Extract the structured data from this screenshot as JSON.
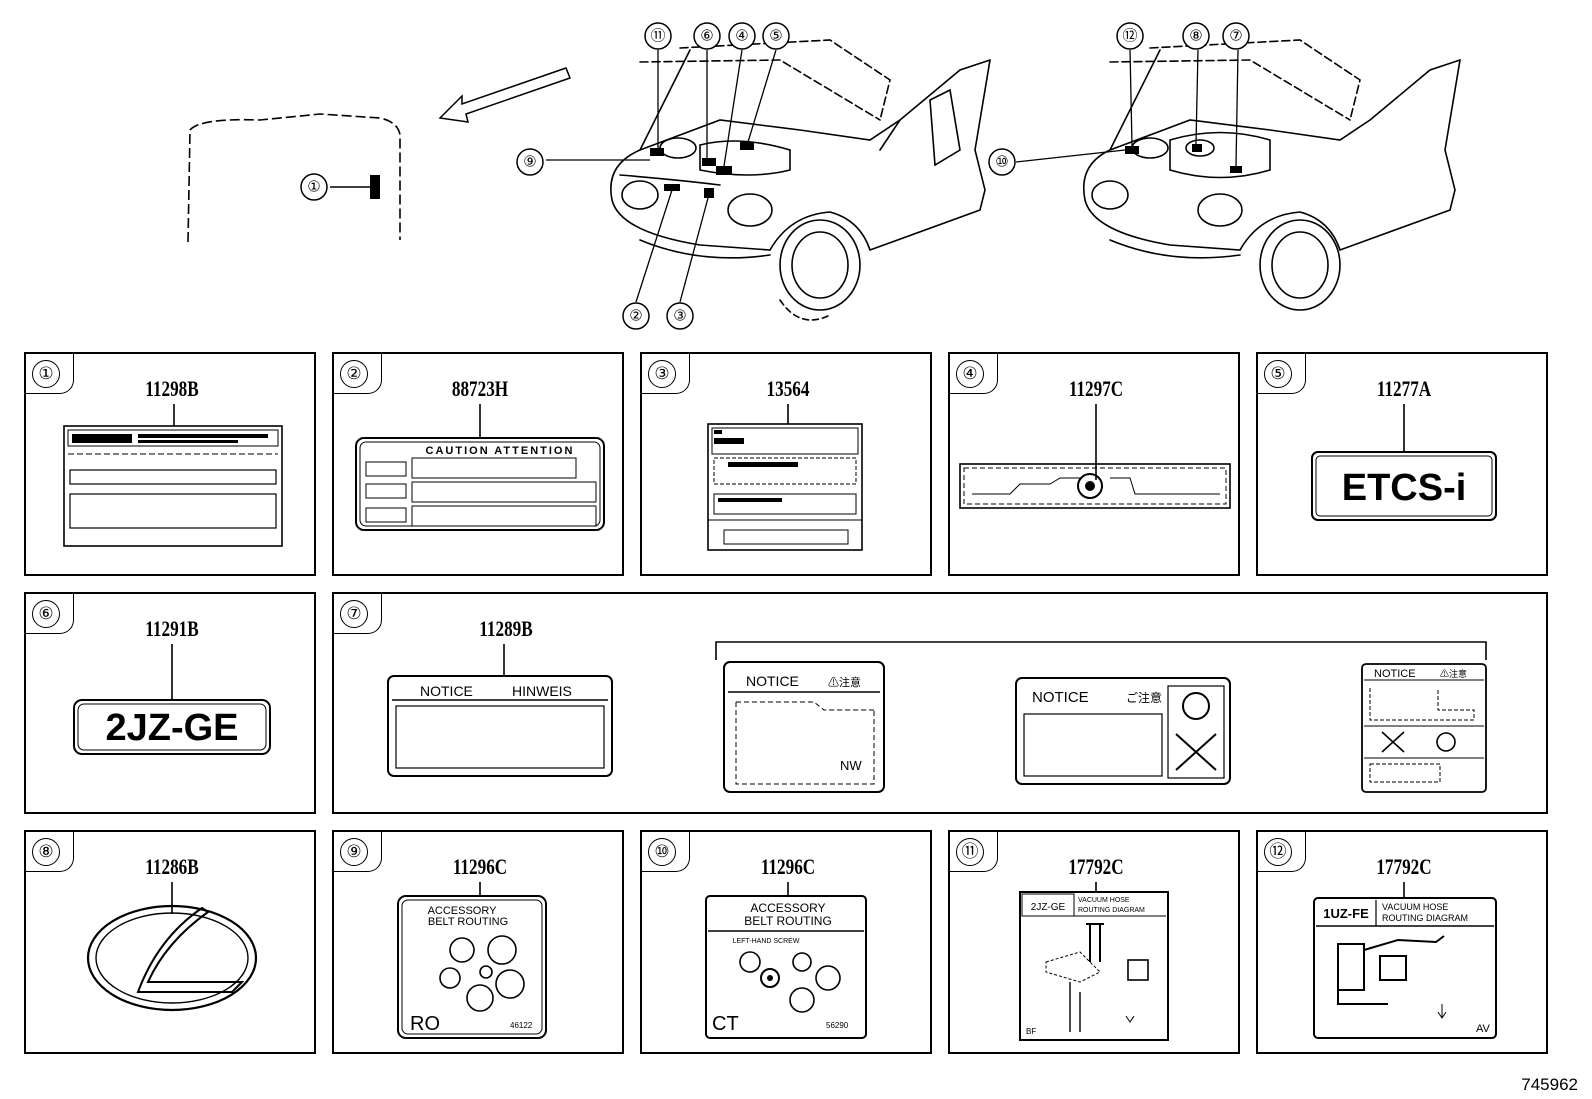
{
  "callouts": [
    "①",
    "②",
    "③",
    "④",
    "⑤",
    "⑥",
    "⑦",
    "⑧",
    "⑨",
    "⑩",
    "⑪",
    "⑫"
  ],
  "panels": [
    {
      "num": "①",
      "part": "11298B"
    },
    {
      "num": "②",
      "part": "88723H",
      "label_text": "CAUTION ATTENTION"
    },
    {
      "num": "③",
      "part": "13564"
    },
    {
      "num": "④",
      "part": "11297C"
    },
    {
      "num": "⑤",
      "part": "11277A",
      "label_text": "ETCS-i"
    },
    {
      "num": "⑥",
      "part": "11291B",
      "label_text": "2JZ-GE"
    },
    {
      "num": "⑦",
      "part": "11289B",
      "variants": [
        {
          "header_left": "NOTICE",
          "header_right": "HINWEIS"
        },
        {
          "header_left": "NOTICE",
          "header_right": "⚠注意",
          "code": "NW"
        },
        {
          "header_left": "NOTICE",
          "header_right": "ご注意"
        },
        {
          "header_left": "NOTICE",
          "header_right": "⚠注意"
        }
      ]
    },
    {
      "num": "⑧",
      "part": "11286B"
    },
    {
      "num": "⑨",
      "part": "11296C",
      "line1": "ACCESSORY",
      "line2": "BELT ROUTING",
      "code": "RO",
      "serial": "46122"
    },
    {
      "num": "⑩",
      "part": "11296C",
      "line1": "ACCESSORY",
      "line2": "BELT ROUTING",
      "sub": "LEFT-HAND SCREW",
      "code": "CT",
      "serial": "56290"
    },
    {
      "num": "⑪",
      "part": "17792C",
      "engine": "2JZ-GE",
      "title1": "VACUUM HOSE",
      "title2": "ROUTING DIAGRAM",
      "code": "BF"
    },
    {
      "num": "⑫",
      "part": "17792C",
      "engine": "1UZ-FE",
      "title1": "VACUUM HOSE",
      "title2": "ROUTING DIAGRAM",
      "code": "AV"
    }
  ],
  "figure_id": "745962"
}
